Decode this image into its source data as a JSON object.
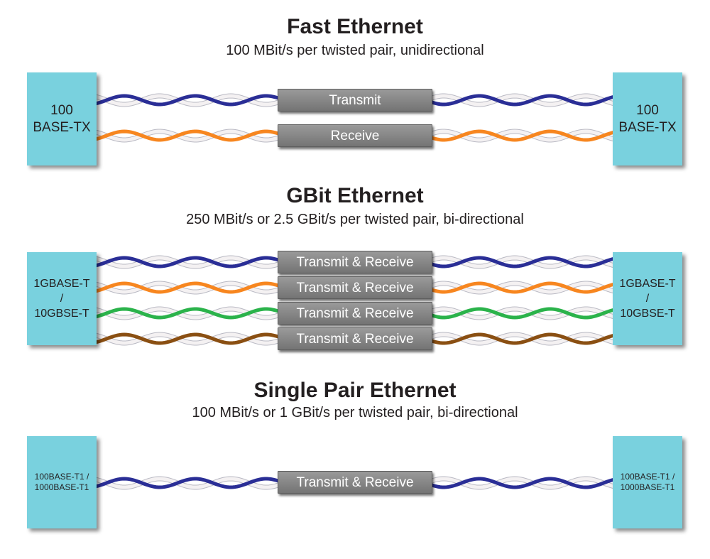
{
  "sections": [
    {
      "title": "Fast Ethernet",
      "subtitle": "100 MBit/s per twisted pair, unidirectional",
      "device_left": [
        "100",
        "BASE-TX"
      ],
      "device_right": [
        "100",
        "BASE-TX"
      ],
      "pairs": [
        {
          "label": "Transmit",
          "color": "#2a2e96"
        },
        {
          "label": "Receive",
          "color": "#f7861f"
        }
      ]
    },
    {
      "title": "GBit Ethernet",
      "subtitle": "250 MBit/s or 2.5 GBit/s per twisted pair, bi-directional",
      "device_left": [
        "1GBASE-T",
        "/",
        "10GBSE-T"
      ],
      "device_right": [
        "1GBASE-T",
        "/",
        "10GBSE-T"
      ],
      "pairs": [
        {
          "label": "Transmit & Receive",
          "color": "#2a2e96"
        },
        {
          "label": "Transmit & Receive",
          "color": "#f7861f"
        },
        {
          "label": "Transmit & Receive",
          "color": "#2bb34b"
        },
        {
          "label": "Transmit & Receive",
          "color": "#8a4f12"
        }
      ]
    },
    {
      "title": "Single Pair Ethernet",
      "subtitle": "100 MBit/s or 1 GBit/s per twisted pair, bi-directional",
      "device_left": [
        "100BASE-T1 /",
        "1000BASE-T1"
      ],
      "device_right": [
        "100BASE-T1 /",
        "1000BASE-T1"
      ],
      "pairs": [
        {
          "label": "Transmit & Receive",
          "color": "#2a2e96"
        }
      ]
    }
  ]
}
